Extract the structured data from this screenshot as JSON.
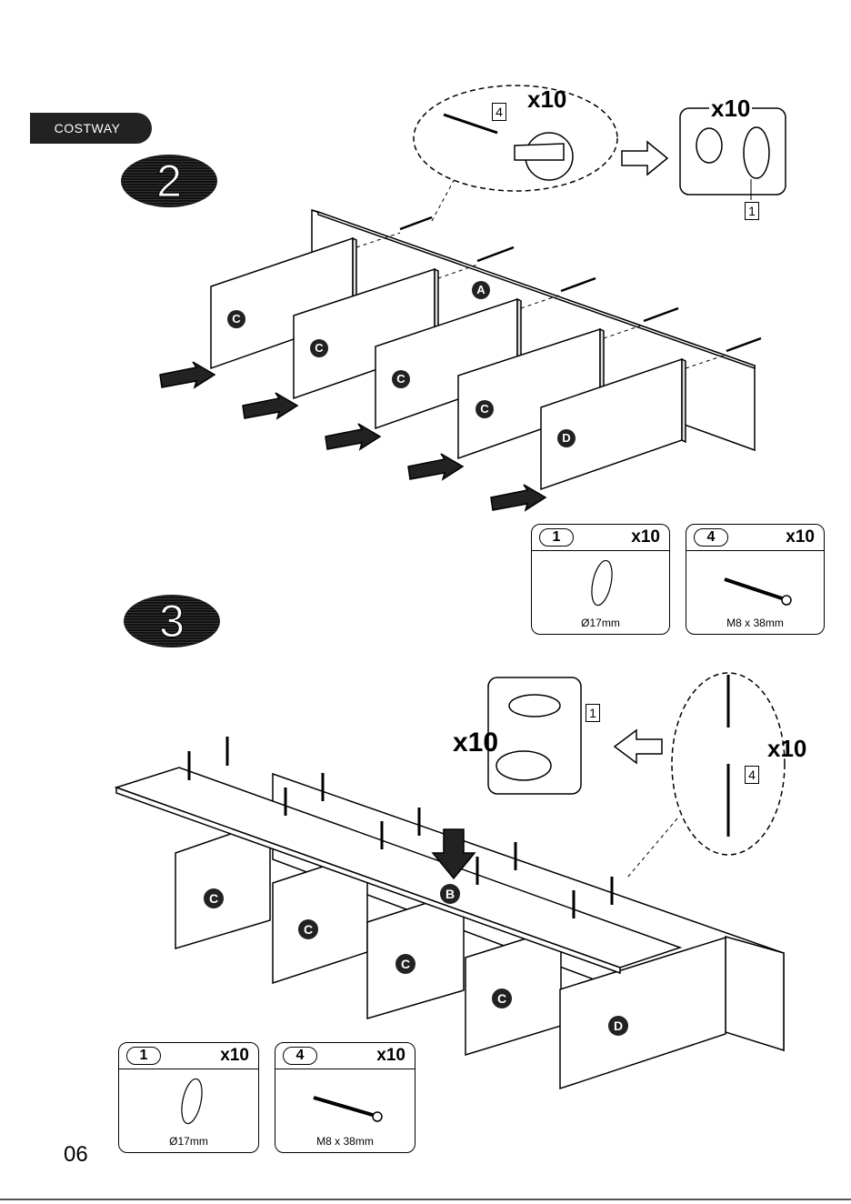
{
  "brand": "COSTWAY",
  "page_number": "06",
  "steps": [
    {
      "number": "2",
      "detail_qty_1": "x10",
      "detail_qty_2": "x10",
      "tag_screw": "4",
      "tag_cap": "1",
      "panel_labels": [
        "C",
        "C",
        "C",
        "C",
        "D",
        "A"
      ],
      "parts": [
        {
          "id": "1",
          "qty": "x10",
          "dim": "Ø17mm"
        },
        {
          "id": "4",
          "qty": "x10",
          "dim": "M8 x 38mm"
        }
      ]
    },
    {
      "number": "3",
      "detail_qty_1": "x10",
      "detail_qty_2": "x10",
      "tag_screw": "4",
      "tag_cap": "1",
      "panel_labels": [
        "C",
        "C",
        "C",
        "C",
        "D",
        "B"
      ],
      "parts": [
        {
          "id": "1",
          "qty": "x10",
          "dim": "Ø17mm"
        },
        {
          "id": "4",
          "qty": "x10",
          "dim": "M8 x 38mm"
        }
      ]
    }
  ]
}
